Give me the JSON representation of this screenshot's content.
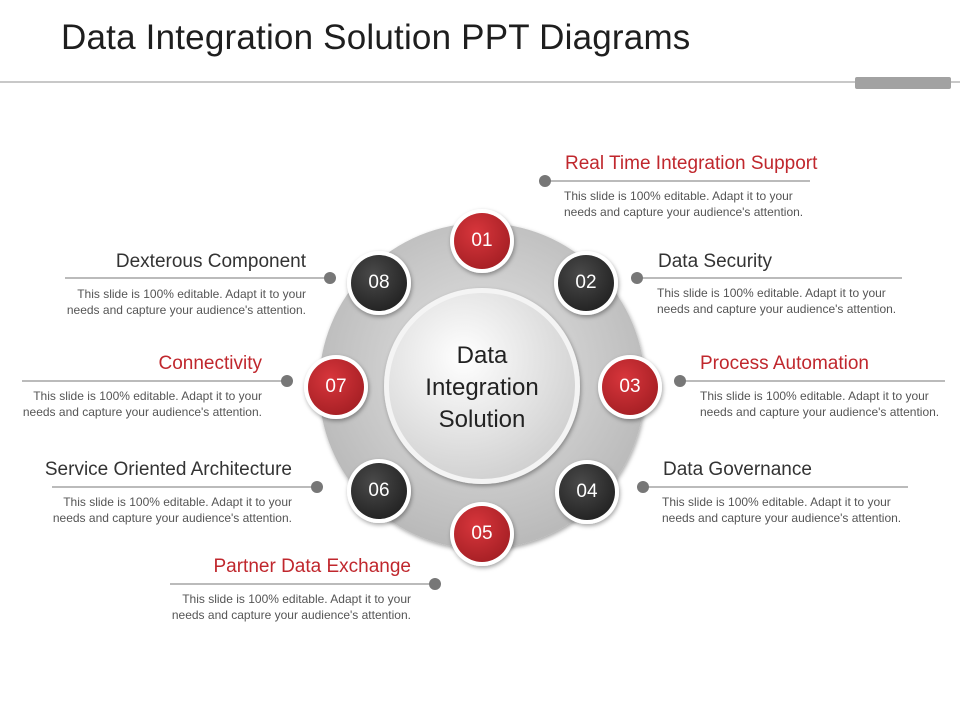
{
  "slide": {
    "title": "Data Integration Solution PPT Diagrams"
  },
  "center": {
    "line1": "Data",
    "line2": "Integration",
    "line3": "Solution"
  },
  "colors": {
    "red": "#c0272d",
    "dark": "#333333",
    "ring": "#c4c4c4",
    "connector": "#777777"
  },
  "items": [
    {
      "num": "01",
      "title": "Real Time  Integration Support",
      "desc": "This slide is 100% editable. Adapt it to your needs and capture your audience's attention."
    },
    {
      "num": "02",
      "title": "Data Security",
      "desc": "This slide is 100% editable. Adapt it to your needs and capture your audience's attention."
    },
    {
      "num": "03",
      "title": "Process Automation",
      "desc": "This slide is 100% editable. Adapt it to your needs and capture your audience's attention."
    },
    {
      "num": "04",
      "title": "Data Governance",
      "desc": "This slide is 100% editable. Adapt it to your needs and capture your audience's attention."
    },
    {
      "num": "05",
      "title": "Partner Data Exchange",
      "desc": "This slide is 100% editable. Adapt it to your needs and capture your audience's attention."
    },
    {
      "num": "06",
      "title": "Service Oriented Architecture",
      "desc": "This slide is 100% editable. Adapt it to your needs and capture your audience's attention."
    },
    {
      "num": "07",
      "title": "Connectivity",
      "desc": "This slide is 100% editable. Adapt it to your needs and capture your audience's attention."
    },
    {
      "num": "08",
      "title": "Dexterous Component",
      "desc": "This slide is 100% editable. Adapt it to your needs and capture your audience's attention."
    }
  ]
}
